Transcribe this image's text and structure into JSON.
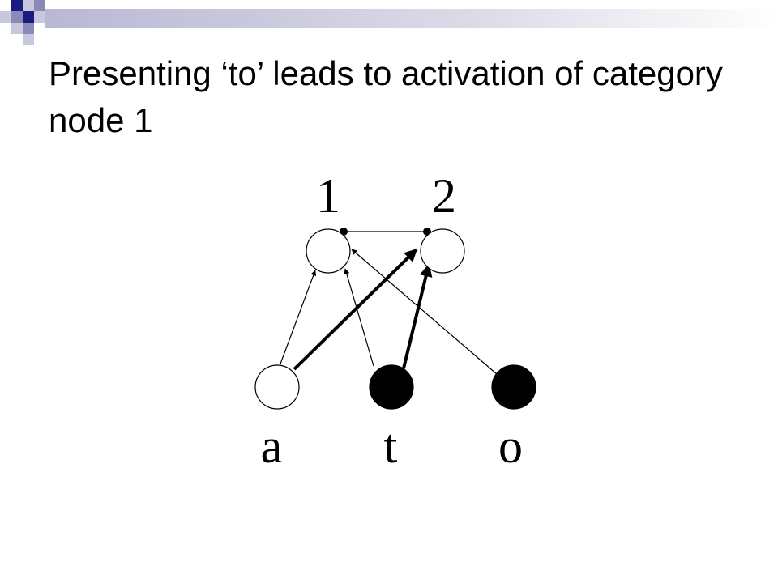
{
  "slide": {
    "title": "Presenting ‘to’ leads to activation of category node 1"
  },
  "diagram": {
    "category_nodes": [
      {
        "label": "1",
        "active": false
      },
      {
        "label": "2",
        "active": false
      }
    ],
    "input_nodes": [
      {
        "label": "a",
        "active": false
      },
      {
        "label": "t",
        "active": true
      },
      {
        "label": "o",
        "active": true
      }
    ],
    "colors": {
      "ink": "#000000",
      "inactive_fill": "#ffffff",
      "active_fill": "#000000",
      "deco_dark": "#1a1a80",
      "deco_mid": "#8a8ab8",
      "deco_light": "#c8c8dc"
    }
  }
}
